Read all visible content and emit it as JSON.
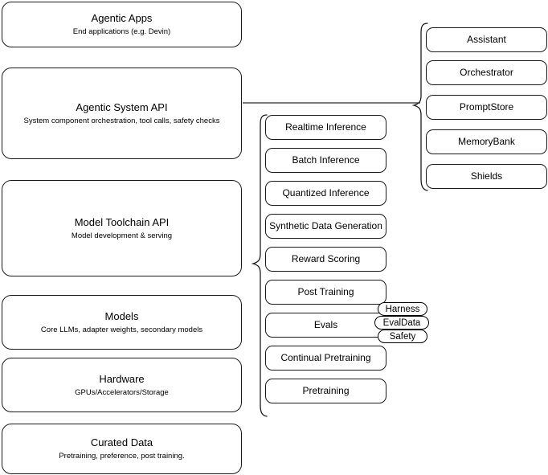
{
  "diagram": {
    "title": "Agentic AI stack layered architecture",
    "stroke_color": "#1a1a1a",
    "background_color": "#ffffff"
  },
  "stack_layers": [
    {
      "id": "agentic-apps",
      "title": "Agentic Apps",
      "subtitle": "End applications (e.g. Devin)"
    },
    {
      "id": "agentic-system-api",
      "title": "Agentic System API",
      "subtitle": "System component orchestration, tool calls, safety checks"
    },
    {
      "id": "model-toolchain-api",
      "title": "Model Toolchain API",
      "subtitle": "Model development & serving"
    },
    {
      "id": "models",
      "title": "Models",
      "subtitle": "Core LLMs, adapter weights, secondary models"
    },
    {
      "id": "hardware",
      "title": "Hardware",
      "subtitle": "GPUs/Accelerators/Storage"
    },
    {
      "id": "curated-data",
      "title": "Curated Data",
      "subtitle": "Pretraining, preference, post training."
    }
  ],
  "toolchain_components": [
    {
      "id": "realtime-inference",
      "label": "Realtime Inference"
    },
    {
      "id": "batch-inference",
      "label": "Batch Inference"
    },
    {
      "id": "quantized-inference",
      "label": "Quantized Inference"
    },
    {
      "id": "synthetic-data-generation",
      "label": "Synthetic Data Generation"
    },
    {
      "id": "reward-scoring",
      "label": "Reward Scoring"
    },
    {
      "id": "post-training",
      "label": "Post Training"
    },
    {
      "id": "evals",
      "label": "Evals"
    },
    {
      "id": "continual-pretraining",
      "label": "Continual Pretraining"
    },
    {
      "id": "pretraining",
      "label": "Pretraining"
    }
  ],
  "eval_badges": [
    {
      "id": "harness",
      "label": "Harness"
    },
    {
      "id": "evaldata",
      "label": "EvalData"
    },
    {
      "id": "safety",
      "label": "Safety"
    }
  ],
  "system_components": [
    {
      "id": "assistant",
      "label": "Assistant"
    },
    {
      "id": "orchestrator",
      "label": "Orchestrator"
    },
    {
      "id": "promptstore",
      "label": "PromptStore"
    },
    {
      "id": "memorybank",
      "label": "MemoryBank"
    },
    {
      "id": "shields",
      "label": "Shields"
    }
  ]
}
